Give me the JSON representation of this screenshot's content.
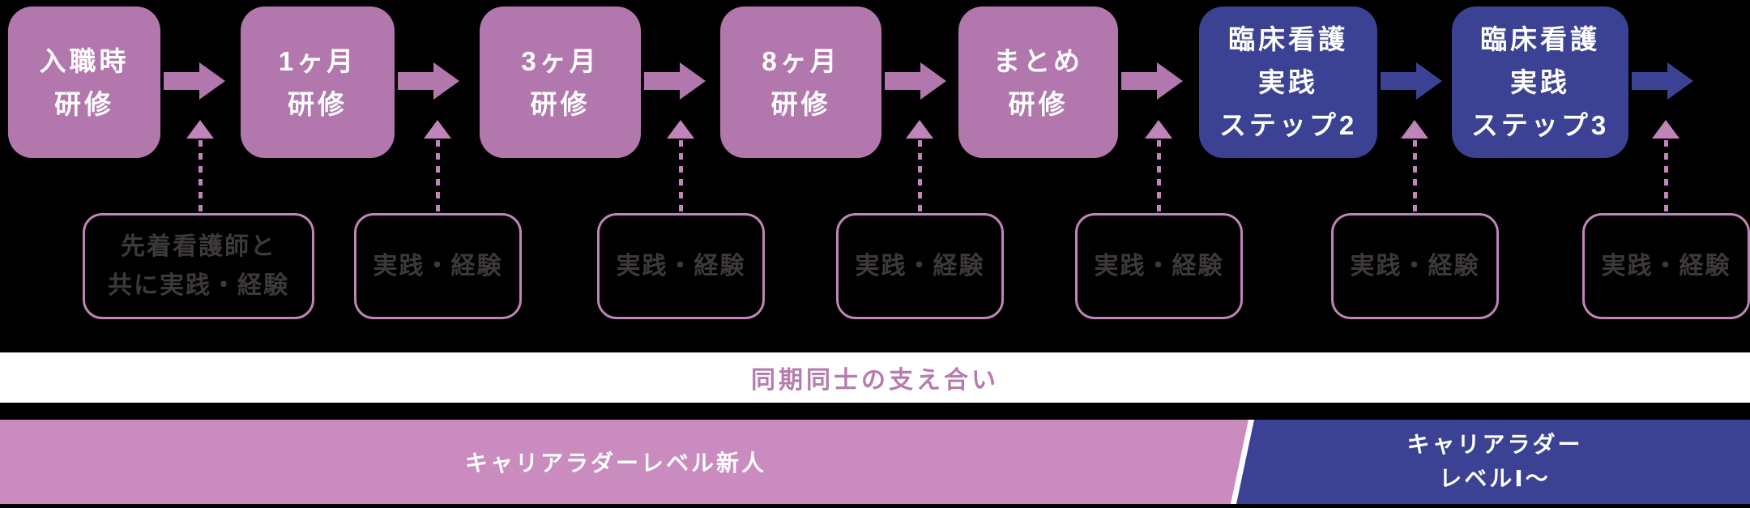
{
  "colors": {
    "step_pink": "#b277ad",
    "step_blue": "#3b4193",
    "outline_pink": "#c184b8",
    "support_text_gray": "#3d393a",
    "peer_band_text_pink": "#b77cae",
    "career_band_pink": "#ca8cbf",
    "career_band_blue": "#3b4193",
    "step_text": "#ffffff",
    "background": "#000000"
  },
  "flow": {
    "steps": [
      {
        "type": "pink",
        "lines": [
          "入職時",
          "研修"
        ]
      },
      {
        "type": "pink",
        "lines": [
          "1ヶ月",
          "研修"
        ]
      },
      {
        "type": "pink",
        "lines": [
          "3ヶ月",
          "研修"
        ]
      },
      {
        "type": "pink",
        "lines": [
          "8ヶ月",
          "研修"
        ]
      },
      {
        "type": "pink",
        "lines": [
          "まとめ",
          "研修"
        ]
      },
      {
        "type": "blue",
        "lines": [
          "臨床看護",
          "実践",
          "ステップ2"
        ]
      },
      {
        "type": "blue",
        "lines": [
          "臨床看護",
          "実践",
          "ステップ3"
        ]
      }
    ]
  },
  "support_row": {
    "boxes": [
      {
        "lines": [
          "先着看護師と",
          "共に実践・経験"
        ]
      },
      {
        "lines": [
          "実践・経験"
        ]
      },
      {
        "lines": [
          "実践・経験"
        ]
      },
      {
        "lines": [
          "実践・経験"
        ]
      },
      {
        "lines": [
          "実践・経験"
        ]
      },
      {
        "lines": [
          "実践・経験"
        ]
      },
      {
        "lines": [
          "実践・経験"
        ]
      }
    ]
  },
  "peer_band": {
    "label": "同期同士の支え合い"
  },
  "career_band": {
    "left_label": "キャリアラダーレベル新人",
    "right_lines": [
      "キャリアラダー",
      "レベルⅠ～"
    ]
  }
}
